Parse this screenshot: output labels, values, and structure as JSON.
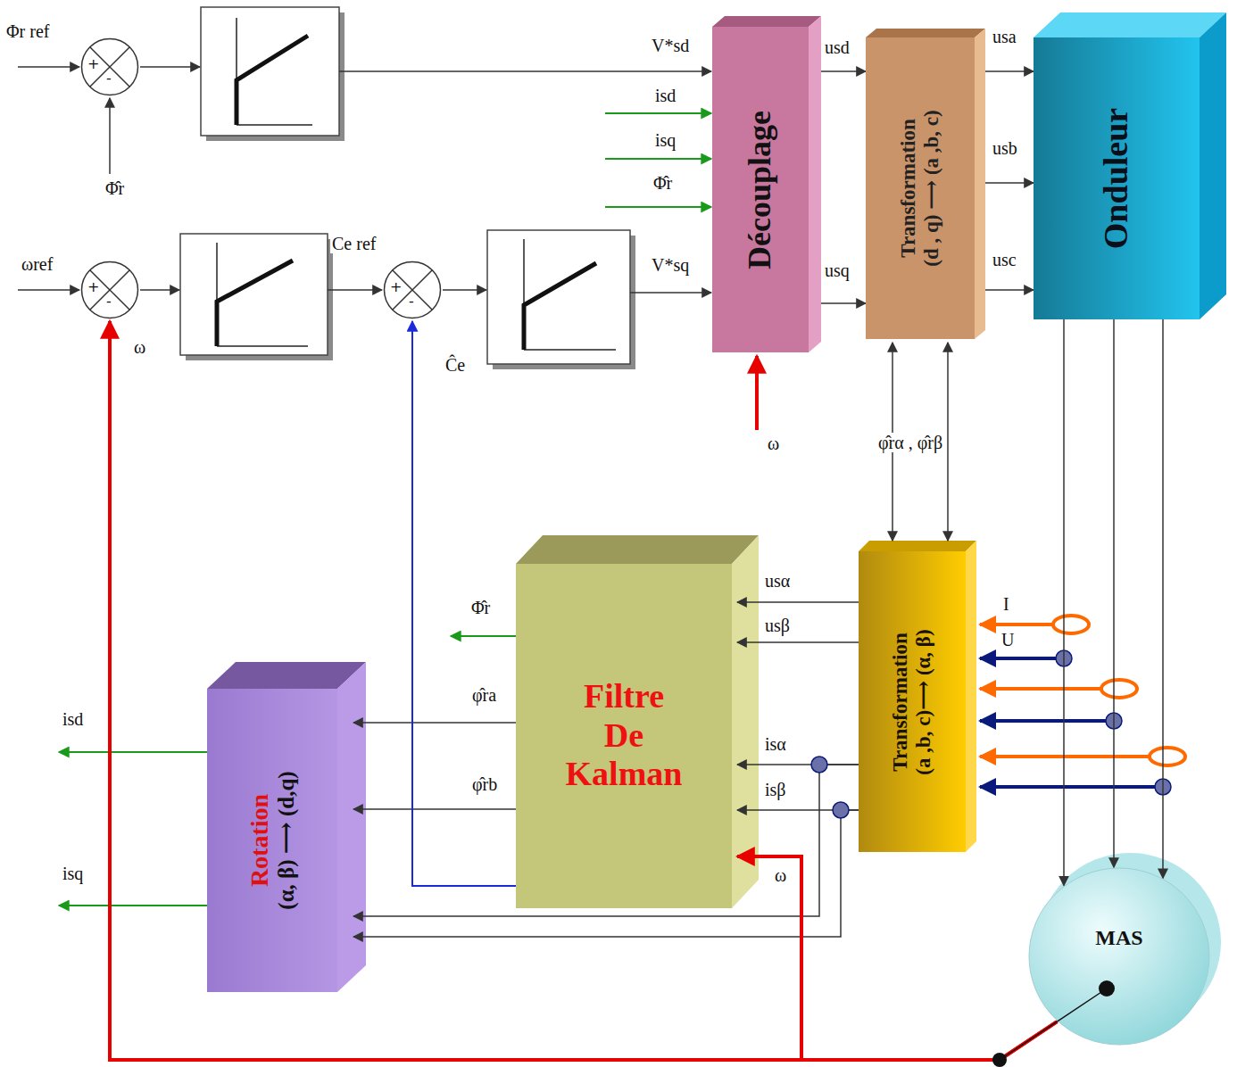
{
  "diagram": {
    "nodes": [
      {
        "text": [
          "+",
          "-"
        ]
      },
      {
        "text": [
          "+",
          "-"
        ]
      },
      {
        "text": [
          "+",
          "-"
        ]
      },
      {
        "text": [
          "Découplage"
        ]
      },
      {
        "text": [
          "Transformation",
          "(d , q) ⟶ (a ,b, c)"
        ]
      },
      {
        "text": [
          "Onduleur"
        ]
      },
      {
        "text": [
          "Filtre De Kalman"
        ]
      },
      {
        "text": [
          "Transformation",
          "(a ,b, c)⟶ (α, β)"
        ]
      },
      {
        "text": [
          "Rotation",
          "(α, β) ⟶ (d,q)"
        ]
      },
      {
        "text": [
          "MAS"
        ]
      }
    ],
    "edges": [
      {
        "from": 3,
        "to": 4,
        "arrow": "to",
        "label": "usd"
      },
      {
        "from": 3,
        "to": 4,
        "arrow": "to",
        "label": "usq"
      },
      {
        "from": 4,
        "to": 5,
        "arrow": "to",
        "label": "usa"
      },
      {
        "from": 4,
        "to": 5,
        "arrow": "to",
        "label": "usb"
      },
      {
        "from": 4,
        "to": 5,
        "arrow": "to",
        "label": "usc"
      },
      {
        "from": 5,
        "to": 9,
        "arrow": "to"
      },
      {
        "from": 5,
        "to": 9,
        "arrow": "to"
      },
      {
        "from": 5,
        "to": 9,
        "arrow": "to"
      },
      {
        "from": 7,
        "to": 4,
        "arrow": "both",
        "label": "φ̂rα , φ̂rβ"
      },
      {
        "from": 7,
        "to": 4,
        "arrow": "both"
      },
      {
        "from": 7,
        "to": 6,
        "arrow": "to",
        "label": "usα"
      },
      {
        "from": 7,
        "to": 6,
        "arrow": "to",
        "label": "usβ"
      },
      {
        "from": 7,
        "to": 6,
        "arrow": "to",
        "label": "isα"
      },
      {
        "from": 7,
        "to": 6,
        "arrow": "to",
        "label": "isβ"
      },
      {
        "from": 7,
        "to": 8,
        "arrow": "to"
      },
      {
        "from": 7,
        "to": 8,
        "arrow": "to"
      },
      {
        "from": 6,
        "to": 8,
        "arrow": "to",
        "label": "φ̂ra"
      },
      {
        "from": 6,
        "to": 8,
        "arrow": "to",
        "label": "φ̂rb"
      },
      {
        "from": 6,
        "to": 2,
        "arrow": "to",
        "label": "Ĉe"
      },
      {
        "from": 9,
        "to": 1,
        "arrow": "to",
        "label": "ω"
      },
      {
        "from": 9,
        "to": 6,
        "arrow": "to",
        "label": "ω"
      }
    ],
    "labels": [
      "Φr ref",
      "Φ̂r",
      "ωref",
      "Ce ref",
      "V*sd",
      "isd",
      "isq",
      "Φ̂r",
      "V*sq",
      "ω",
      "I",
      "U",
      "Φ̂r",
      "isd",
      "isq"
    ]
  }
}
